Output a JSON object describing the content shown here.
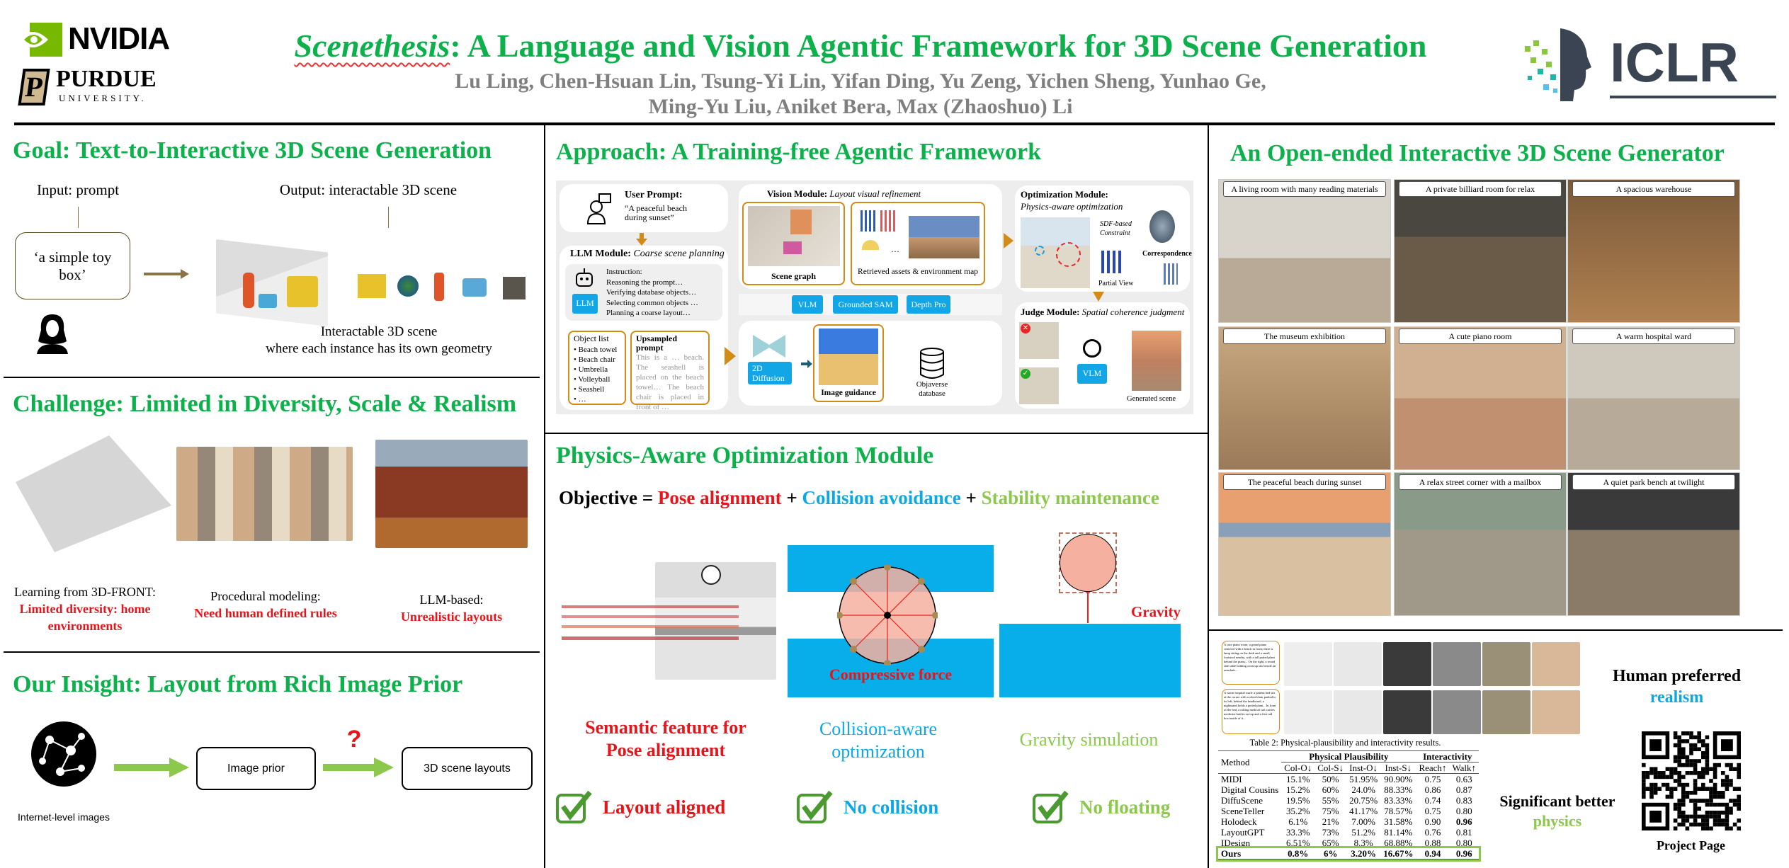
{
  "header": {
    "title_italic": "Scenethesis",
    "title_rest": ": A Language and Vision Agentic Framework for 3D Scene Generation",
    "authors_line1": "Lu Ling, Chen-Hsuan Lin, Tsung-Yi Lin, Yifan Ding, Yu Zeng, Yichen Sheng, Yunhao Ge,",
    "authors_line2": "Ming-Yu Liu, Aniket Bera, Max (Zhaoshuo) Li",
    "logos": {
      "nvidia": "NVIDIA",
      "purdue": "PURDUE",
      "purdue_sub": "UNIVERSITY.",
      "iclr": "ICLR"
    }
  },
  "goal": {
    "title": "Goal: Text-to-Interactive 3D Scene Generation",
    "input_label": "Input: prompt",
    "prompt": "‘a simple toy box’",
    "output_label": "Output: interactable 3D scene",
    "caption_line1": "Interactable 3D scene",
    "caption_line2": "where each instance has its own geometry"
  },
  "challenge": {
    "title": "Challenge: Limited in Diversity, Scale & Realism",
    "items": [
      {
        "label": "Learning from 3D-FRONT:",
        "issue": "Limited diversity: home environments"
      },
      {
        "label": "Procedural modeling:",
        "issue": "Need human defined rules"
      },
      {
        "label": "LLM-based:",
        "issue": "Unrealistic layouts"
      }
    ]
  },
  "insight": {
    "title": "Our Insight: Layout from Rich Image Prior",
    "source": "Internet-level images",
    "box1": "Image prior",
    "question": "?",
    "box2": "3D scene layouts"
  },
  "approach": {
    "title": "Approach: A Training-free Agentic Framework",
    "user_prompt_title": "User Prompt:",
    "user_prompt_text": "“A peaceful beach during sunset”",
    "llm_title": "LLM Module:",
    "llm_title_italic": "Coarse scene planning",
    "llm_badge": "LLM",
    "instructions": [
      "Instruction:",
      "Reasoning the prompt…",
      "Verifying database objects…",
      "Selecting common objects …",
      "Planning a coarse layout…"
    ],
    "object_list_title": "Object list",
    "object_list": [
      "Beach towel",
      "Beach chair",
      "Umbrella",
      "Volleyball",
      "Seashell",
      "…"
    ],
    "upsampled_title": "Upsampled prompt",
    "upsampled_text": "This is a … beach. The seashell is placed on the beach towel… The beach chair is placed in front of …",
    "vision_title": "Vision Module:",
    "vision_title_italic": "Layout visual refinement",
    "scene_graph": "Scene graph",
    "retrieved": "Retrieved assets & environment map",
    "tools": [
      "VLM",
      "Grounded SAM",
      "Depth Pro"
    ],
    "diffusion": "2D Diffusion",
    "image_guidance": "Image guidance",
    "database": "Objaverse database",
    "opt_title": "Optimization Module:",
    "opt_title_italic": "Physics-aware optimization",
    "sdf": "SDF-based Constraint",
    "correspondence": "Correspondence",
    "partial_view": "Partial View",
    "judge_title": "Judge Module:",
    "judge_title_italic": "Spatial coherence judgment",
    "judge_vlm": "VLM",
    "generated": "Generated scene"
  },
  "physics": {
    "title": "Physics-Aware Optimization Module",
    "objective": "Objective",
    "eq": "=",
    "plus": "+",
    "terms": [
      "Pose alignment",
      "Collision avoidance",
      "Stability maintenance"
    ],
    "compressive": "Compressive force",
    "gravity": "Gravity",
    "captions": [
      "Semantic feature for",
      "Pose alignment",
      "Collision-aware",
      "optimization",
      "Gravity simulation"
    ],
    "checks": [
      "Layout aligned",
      "No collision",
      "No floating"
    ],
    "colors": {
      "red": "#e8141b",
      "blue": "#0ba8e6",
      "green": "#8cc84b"
    }
  },
  "generator": {
    "title": "An Open-ended Interactive 3D Scene Generator",
    "scenes": [
      "A living room with many reading materials",
      "A private billiard room for relax",
      "A spacious warehouse",
      "The museum exhibition",
      "A cute piano room",
      "A warm hospital ward",
      "The peaceful beach during sunset",
      "A relax street corner with a mailbox",
      "A quiet park bench at twilight"
    ]
  },
  "results": {
    "prompts": [
      "A cute piano room: a grand piano centered with a bench in front; there is lamp sitting on the desk and a small footstool nearby, with a tall potted plant behind the piano... On the right, a round side table holding a teacup sits beside an armchair...",
      "A warm hospital ward: a patient bed sits at the corner with a wheelchair parked to its left; behind the headboard, a nightstand holds a potted plant... In front of the bed, a rolling medical cart carries medicine bottles on top and a first-aid box inside of it..."
    ],
    "human_pref": "Human preferred",
    "realism": "realism",
    "better": "Significant better",
    "physics": "physics",
    "project_page": "Project Page",
    "table": {
      "caption": "Table 2: Physical-plausibility and interactivity results.",
      "method": "Method",
      "group1": "Physical Plausibility",
      "group2": "Interactivity",
      "columns": [
        "Col-O↓",
        "Col-S↓",
        "Inst-O↓",
        "Inst-S↓",
        "Reach↑",
        "Walk↑"
      ],
      "rows": [
        [
          "MIDI",
          "15.1%",
          "50%",
          "51.95%",
          "90.90%",
          "0.75",
          "0.63"
        ],
        [
          "Digital Cousins",
          "15.2%",
          "60%",
          "24.0%",
          "88.33%",
          "0.86",
          "0.87"
        ],
        [
          "DiffuScene",
          "19.5%",
          "55%",
          "20.75%",
          "83.33%",
          "0.74",
          "0.83"
        ],
        [
          "SceneTeller",
          "35.2%",
          "75%",
          "41.17%",
          "78.57%",
          "0.75",
          "0.80"
        ],
        [
          "Holodeck",
          "6.1%",
          "21%",
          "7.00%",
          "31.58%",
          "0.90",
          "0.96"
        ],
        [
          "LayoutGPT",
          "33.3%",
          "73%",
          "51.2%",
          "81.14%",
          "0.76",
          "0.81"
        ],
        [
          "IDesign",
          "6.51%",
          "65%",
          "8.3%",
          "68.88%",
          "0.88",
          "0.80"
        ],
        [
          "Ours",
          "0.8%",
          "6%",
          "3.20%",
          "16.67%",
          "0.94",
          "0.96"
        ]
      ]
    }
  }
}
